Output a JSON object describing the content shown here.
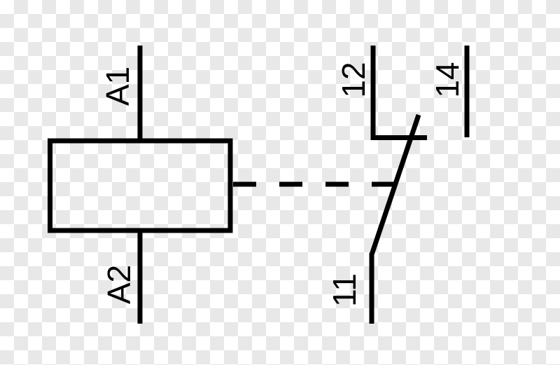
{
  "schematic": {
    "coil": {
      "top_terminal_label": "A1",
      "bottom_terminal_label": "A2"
    },
    "contact": {
      "nc_terminal_label": "12",
      "no_terminal_label": "14",
      "common_terminal_label": "11"
    },
    "colors": {
      "line": "#000000",
      "checker_dark": "#e8e8e8",
      "checker_light": "#ffffff"
    }
  }
}
